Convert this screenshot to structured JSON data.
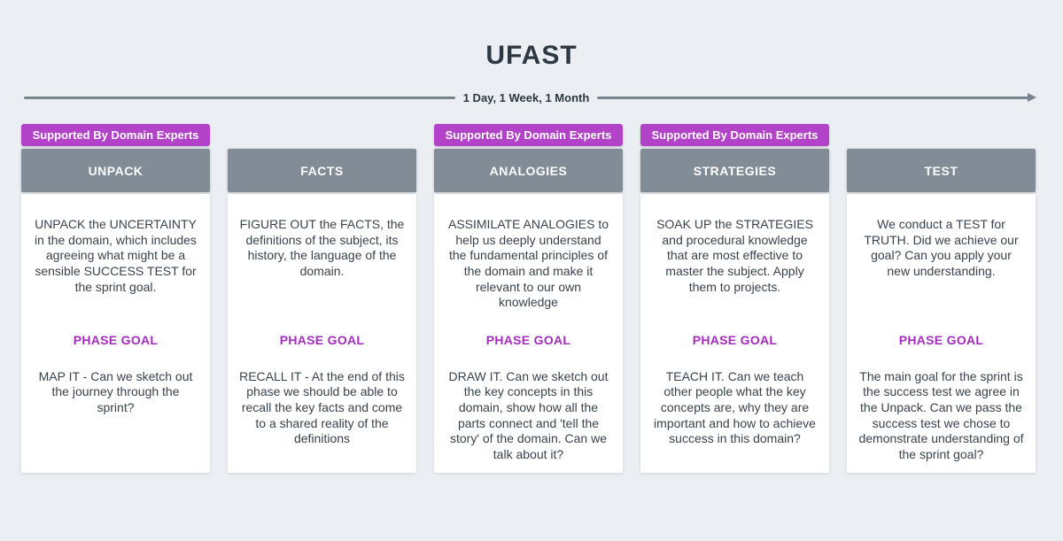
{
  "title": "UFAST",
  "timeline": {
    "label": "1 Day, 1 Week, 1 Month"
  },
  "badge_label": "Supported By Domain Experts",
  "phase_goal_label": "PHASE GOAL",
  "colors": {
    "background": "#ebeef2",
    "badge_purple": "#b243c8",
    "phase_goal_purple": "#a42cbd",
    "header_gray": "#828c96",
    "arrow_gray": "#78838e",
    "text_dark": "#333e49",
    "card_white": "#ffffff"
  },
  "columns": [
    {
      "name": "UNPACK",
      "has_badge": true,
      "description": "UNPACK the UNCERTAINTY in the domain, which includes agreeing what might be a sensible SUCCESS TEST for the sprint goal.",
      "goal": "MAP IT - Can we sketch out the journey through the sprint?"
    },
    {
      "name": "FACTS",
      "has_badge": false,
      "description": "FIGURE OUT the FACTS, the definitions of the subject, its history, the language of the domain.",
      "goal": "RECALL IT - At the end of this phase we should be able to recall the key facts and come to a shared reality of the definitions"
    },
    {
      "name": "ANALOGIES",
      "has_badge": true,
      "description": "ASSIMILATE ANALOGIES to help us deeply understand the fundamental principles of the domain and make it relevant to our own knowledge",
      "goal": "DRAW IT. Can we sketch out the key concepts in this domain, show how all the parts connect and 'tell the story' of the domain. Can we talk about it?"
    },
    {
      "name": "STRATEGIES",
      "has_badge": true,
      "description": "SOAK UP the STRATEGIES and procedural knowledge that are most effective to master the subject. Apply them to projects.",
      "goal": "TEACH IT. Can we teach other people what the key concepts are, why they are important and how to achieve success in this domain?"
    },
    {
      "name": "TEST",
      "has_badge": false,
      "description": "We conduct a TEST for TRUTH. Did we achieve our goal? Can you apply your new understanding.",
      "goal": "The main goal for the sprint is the success test we agree in the Unpack. Can we pass the success test we chose to demonstrate understanding of the sprint goal?"
    }
  ]
}
